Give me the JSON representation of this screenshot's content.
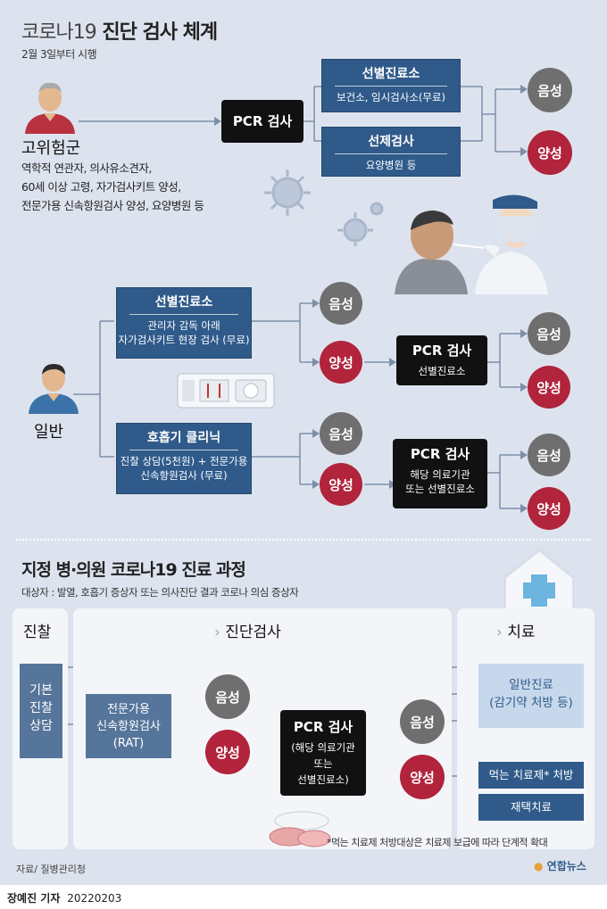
{
  "header": {
    "title_light": "코로나19",
    "title_bold": "진단 검사 체계",
    "subtitle": "2월 3일부터 시행"
  },
  "high_risk": {
    "label": "고위험군",
    "desc": [
      "역학적 연관자, 의사유소견자,",
      "60세 이상 고령, 자가검사키트 양성,",
      "전문가용 신속항원검사 양성, 요양병원 등"
    ],
    "pcr": "PCR 검사",
    "box1_title": "선별진료소",
    "box1_body": "보건소, 임시검사소(무료)",
    "box2_title": "선제검사",
    "box2_body": "요양병원 등",
    "neg": "음성",
    "pos": "양성"
  },
  "general": {
    "label": "일반",
    "box1_title": "선별진료소",
    "box1_body1": "관리자 감독 아래",
    "box1_body2": "자가검사키트 현장 검사 (무료)",
    "box2_title": "호흡기 클리닉",
    "box2_body1": "진찰 상담(5천원) + 전문가용",
    "box2_body2": "신속항원검사 (무료)",
    "pcr1_title": "PCR 검사",
    "pcr1_sub": "선별진료소",
    "pcr2_title": "PCR 검사",
    "pcr2_sub1": "해당 의료기관",
    "pcr2_sub2": "또는 선별진료소",
    "neg": "음성",
    "pos": "양성"
  },
  "process": {
    "title": "지정 병·의원 코로나19 진료 과정",
    "target": "대상자 : 발열, 호흡기 증상자 또는 의사진단 결과 코로나 의심 증상자",
    "col1": "진찰",
    "col2": "진단검사",
    "col3": "치료",
    "basic": [
      "기본",
      "진찰",
      "상담"
    ],
    "rat": [
      "전문가용",
      "신속항원검사",
      "(RAT)"
    ],
    "neg": "음성",
    "pos": "양성",
    "pcr_title": "PCR 검사",
    "pcr_sub": [
      "(해당 의료기관",
      "또는",
      "선별진료소)"
    ],
    "general_care": [
      "일반진료",
      "(감기약 처방 등)"
    ],
    "oral": "먹는 치료제* 처방",
    "home": "재택치료",
    "note": "*먹는 치료제 처방대상은 치료제 보급에 따라 단계적 확대"
  },
  "footer": {
    "source": "자료/ 질병관리청",
    "logo": "연합뉴스",
    "credit": "장예진 기자",
    "date": "20220203"
  },
  "colors": {
    "navy": "#2f5a8a",
    "red": "#b1243c",
    "gray": "#6f6f6f",
    "bg": "#dde3ee"
  }
}
